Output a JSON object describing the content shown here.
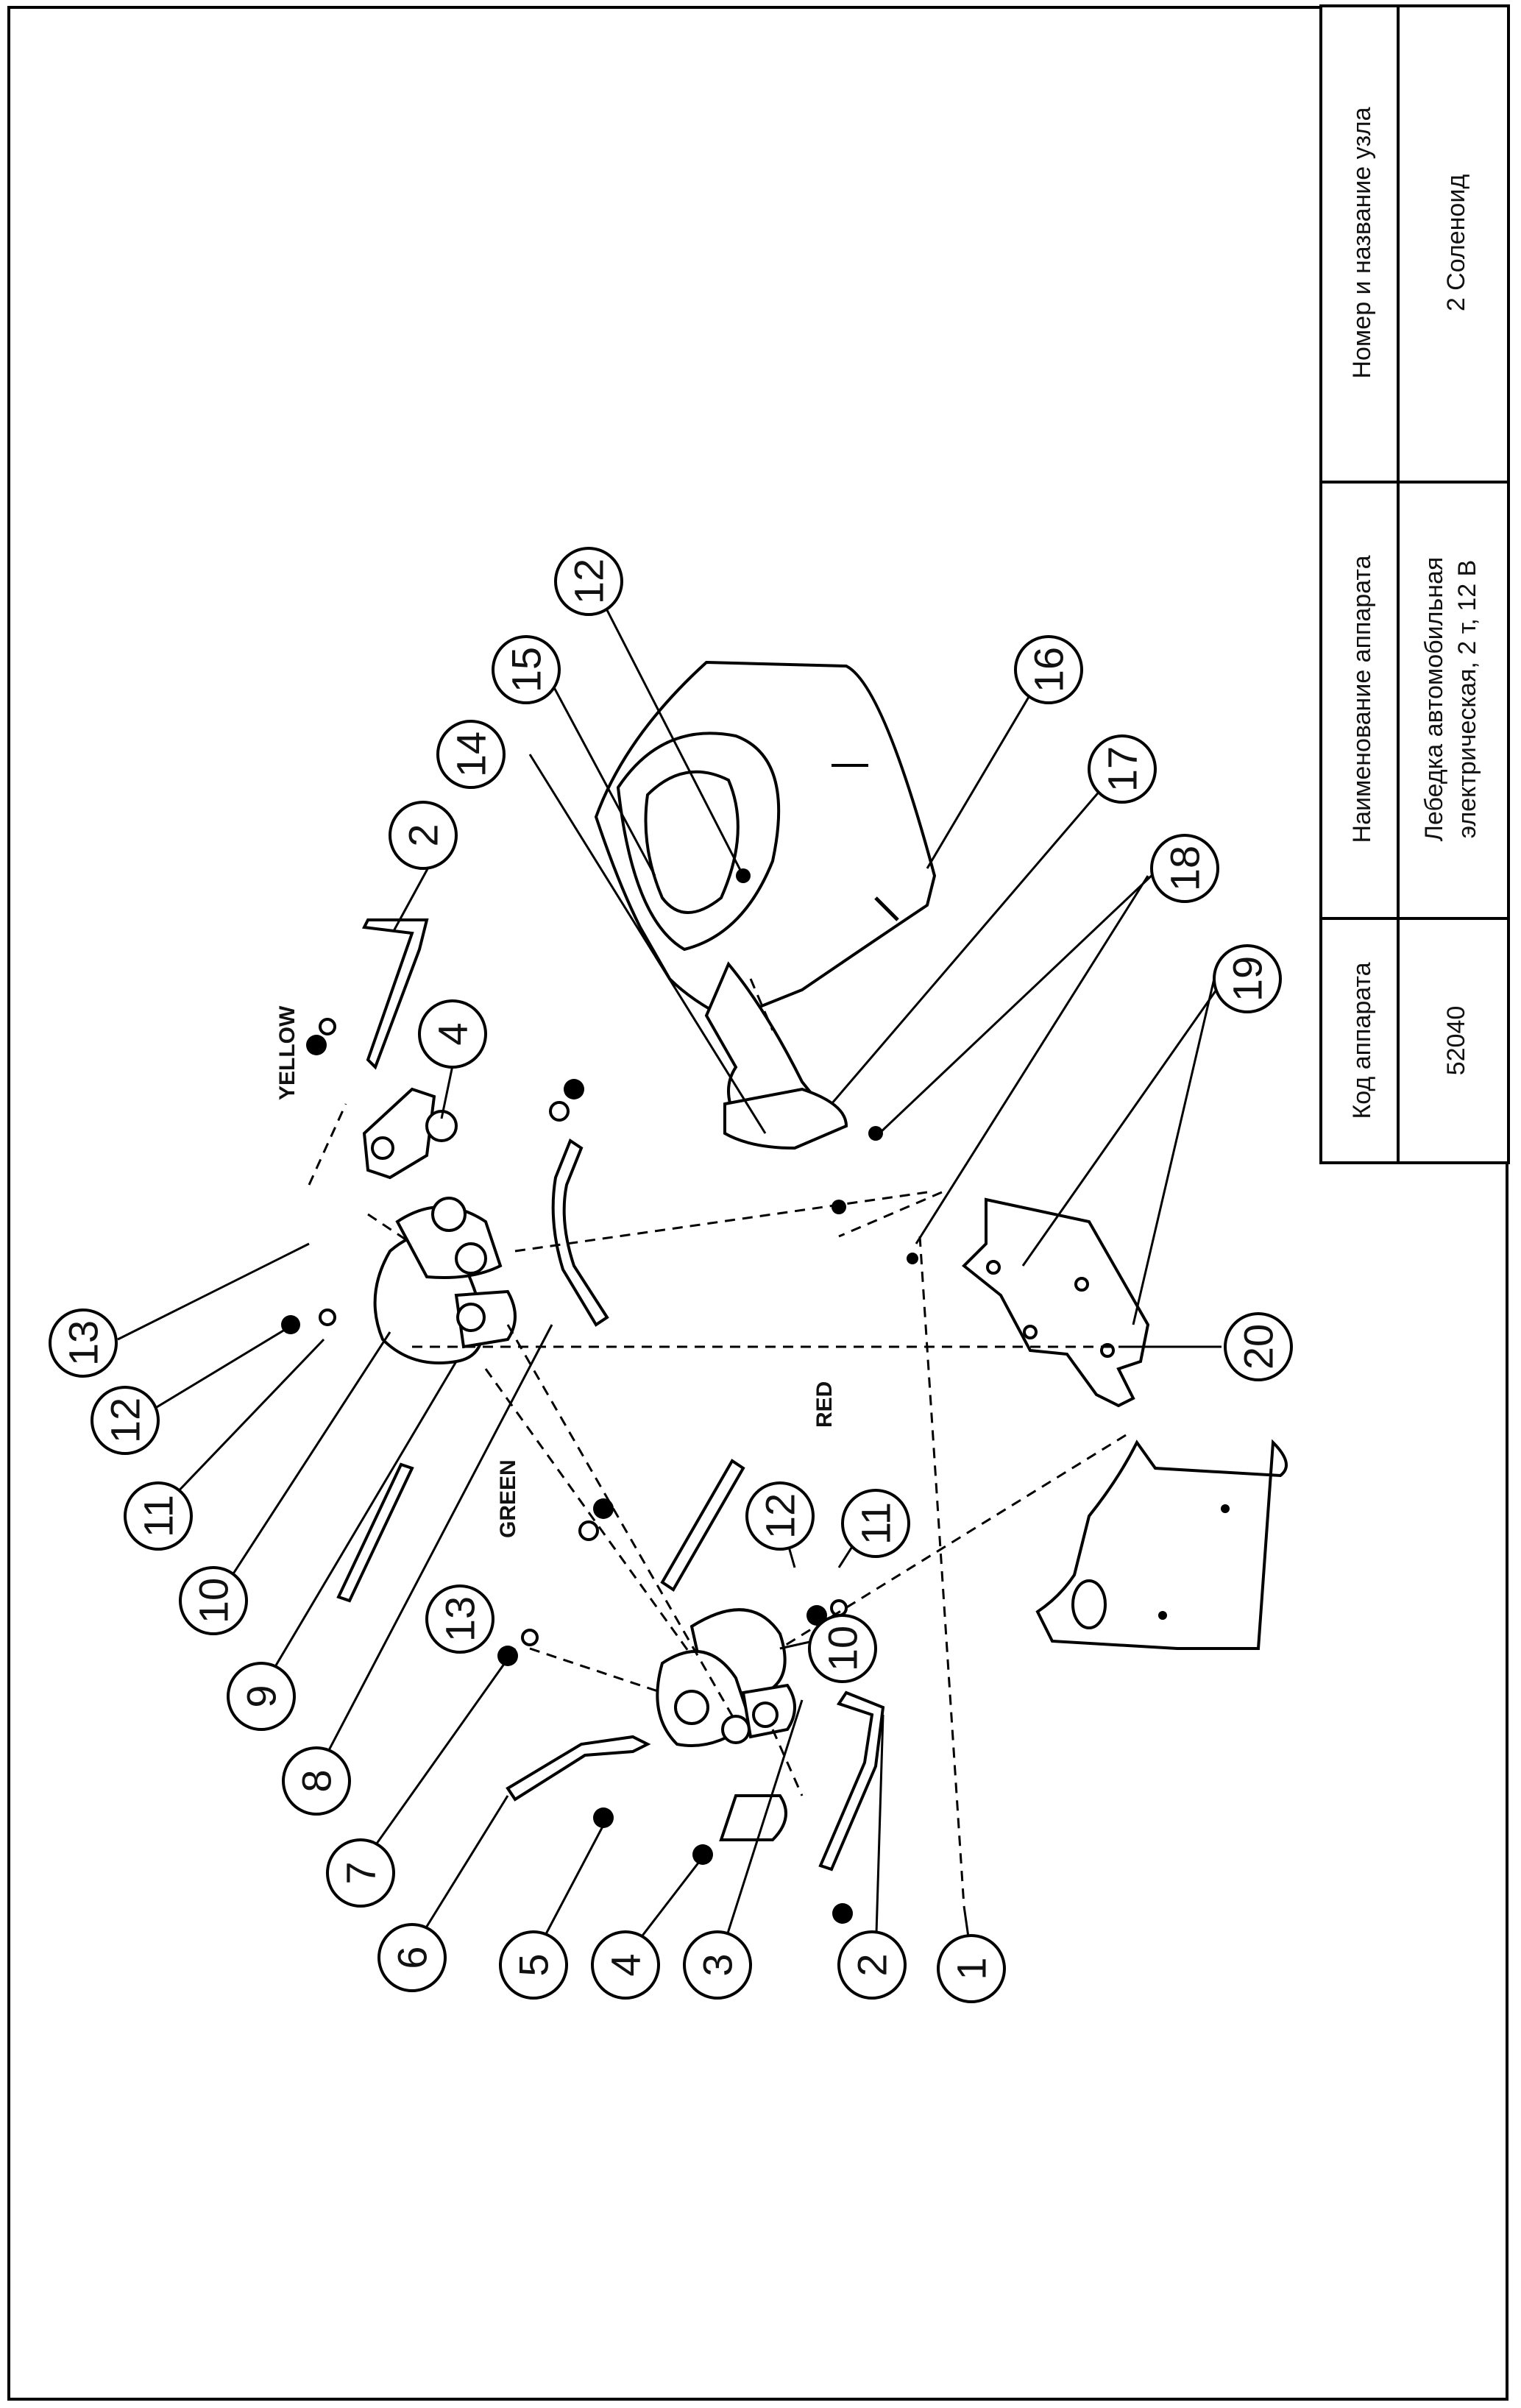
{
  "title_block": {
    "col1_header": "Код аппарата",
    "col1_value": "52040",
    "col2_header": "Наименование аппарата",
    "col2_value_line1": "Лебедка автомобильная",
    "col2_value_line2": "электрическая, 2 т, 12 В",
    "col3_header": "Номер и название узла",
    "col3_value": "2 Соленоид"
  },
  "wire_labels": {
    "yellow": "YELLOW",
    "green": "GREEN",
    "red": "RED"
  },
  "callouts": [
    "13",
    "12",
    "11",
    "10",
    "9",
    "8",
    "7",
    "6",
    "5",
    "4",
    "3",
    "2",
    "1",
    "20",
    "19",
    "18",
    "17",
    "16",
    "15",
    "14",
    "12",
    "2",
    "4",
    "12",
    "11",
    "10",
    "13"
  ]
}
